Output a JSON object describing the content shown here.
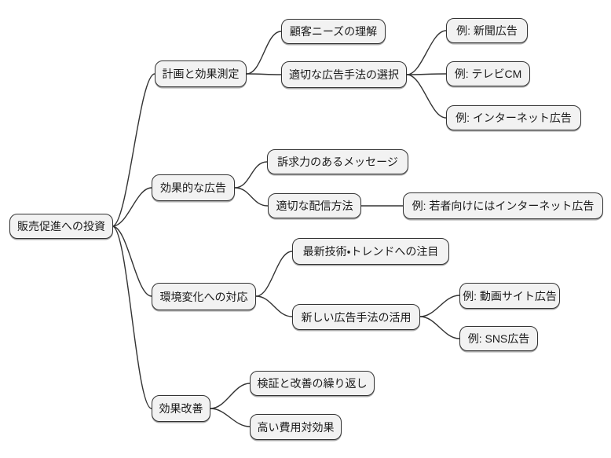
{
  "mindmap": {
    "nodes": {
      "root": {
        "label": "販売促進への投資",
        "level": 0
      },
      "n1": {
        "label": "計画と効果測定",
        "level": 1
      },
      "n1a": {
        "label": "顧客ニーズの理解",
        "level": 2
      },
      "n1b": {
        "label": "適切な広告手法の選択",
        "level": 2
      },
      "n1b1": {
        "label": "例: 新聞広告",
        "level": 3
      },
      "n1b2": {
        "label": "例: テレビCM",
        "level": 3
      },
      "n1b3": {
        "label": "例: インターネット広告",
        "level": 3
      },
      "n2": {
        "label": "効果的な広告",
        "level": 1
      },
      "n2a": {
        "label": "訴求力のあるメッセージ",
        "level": 2
      },
      "n2b": {
        "label": "適切な配信方法",
        "level": 2
      },
      "n2b1": {
        "label": "例: 若者向けにはインターネット広告",
        "level": 3
      },
      "n3": {
        "label": "環境変化への対応",
        "level": 1
      },
      "n3a": {
        "label": "最新技術・トレンドへの注目",
        "level": 2
      },
      "n3b": {
        "label": "新しい広告手法の活用",
        "level": 2
      },
      "n3b1": {
        "label": "例: 動画サイト広告",
        "level": 3
      },
      "n3b2": {
        "label": "例: SNS広告",
        "level": 3
      },
      "n4": {
        "label": "効果改善",
        "level": 1
      },
      "n4a": {
        "label": "検証と改善の繰り返し",
        "level": 2
      },
      "n4b": {
        "label": "高い費用対効果",
        "level": 2
      }
    },
    "edges": [
      {
        "from": "root",
        "to": "n1"
      },
      {
        "from": "root",
        "to": "n2"
      },
      {
        "from": "root",
        "to": "n3"
      },
      {
        "from": "root",
        "to": "n4"
      },
      {
        "from": "n1",
        "to": "n1a"
      },
      {
        "from": "n1",
        "to": "n1b"
      },
      {
        "from": "n1b",
        "to": "n1b1"
      },
      {
        "from": "n1b",
        "to": "n1b2"
      },
      {
        "from": "n1b",
        "to": "n1b3"
      },
      {
        "from": "n2",
        "to": "n2a"
      },
      {
        "from": "n2",
        "to": "n2b"
      },
      {
        "from": "n2b",
        "to": "n2b1"
      },
      {
        "from": "n3",
        "to": "n3a"
      },
      {
        "from": "n3",
        "to": "n3b"
      },
      {
        "from": "n3b",
        "to": "n3b1"
      },
      {
        "from": "n3b",
        "to": "n3b2"
      },
      {
        "from": "n4",
        "to": "n4a"
      },
      {
        "from": "n4",
        "to": "n4b"
      }
    ],
    "colors": {
      "node_fill": "#f2f2f2",
      "node_border": "#333333",
      "edge": "#333333",
      "text": "#1a1a1a",
      "background": "#ffffff"
    }
  }
}
